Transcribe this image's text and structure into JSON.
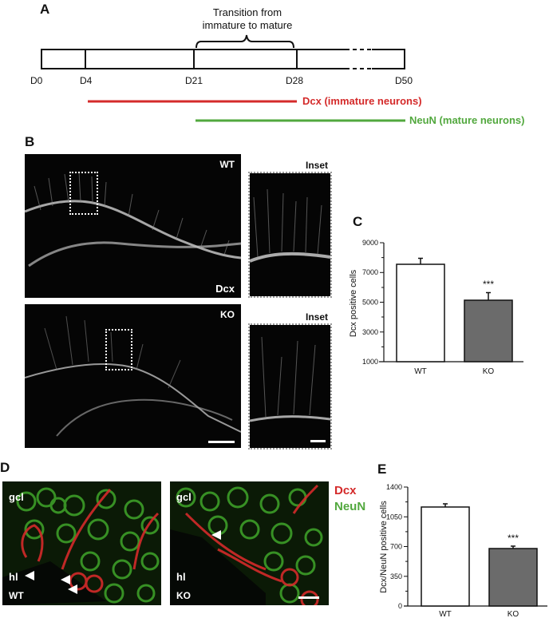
{
  "panel_labels": {
    "a": "A",
    "b": "B",
    "c": "C",
    "d": "D",
    "e": "E"
  },
  "timeline": {
    "bracket_label_line1": "Transition from",
    "bracket_label_line2": "immature to mature",
    "ticks": [
      "D0",
      "D4",
      "D21",
      "D28",
      "D50"
    ],
    "dcx_label": "Dcx (immature neurons)",
    "neun_label": "NeuN (mature neurons)",
    "dcx_color": "#d42a2a",
    "neun_color": "#52a83e"
  },
  "panel_b": {
    "wt_label": "WT",
    "ko_label": "KO",
    "stain_label": "Dcx",
    "inset_title": "Inset"
  },
  "panel_d": {
    "gcl_label": "gcl",
    "hl_label": "hl",
    "wt_label": "WT",
    "ko_label": "KO",
    "legend_dcx": "Dcx",
    "legend_neun": "NeuN"
  },
  "chart_data": [
    {
      "id": "C",
      "type": "bar",
      "categories": [
        "WT",
        "KO"
      ],
      "values": [
        7550,
        5150
      ],
      "errors": [
        400,
        500
      ],
      "bar_colors": [
        "#ffffff",
        "#6b6b6b"
      ],
      "annotations": [
        {
          "category": "KO",
          "text": "***"
        }
      ],
      "title": "",
      "xlabel": "",
      "ylabel": "Dcx positive cells",
      "ylim": [
        1000,
        9000
      ],
      "yticks": [
        1000,
        3000,
        5000,
        7000,
        9000
      ]
    },
    {
      "id": "E",
      "type": "bar",
      "categories": [
        "WT",
        "KO"
      ],
      "values": [
        1165,
        680
      ],
      "errors": [
        35,
        30
      ],
      "bar_colors": [
        "#ffffff",
        "#6b6b6b"
      ],
      "annotations": [
        {
          "category": "KO",
          "text": "***"
        }
      ],
      "title": "",
      "xlabel": "",
      "ylabel": "Dcx/NeuN positive cells",
      "ylim": [
        0,
        1400
      ],
      "yticks": [
        0,
        350,
        700,
        1050,
        1400
      ]
    }
  ]
}
